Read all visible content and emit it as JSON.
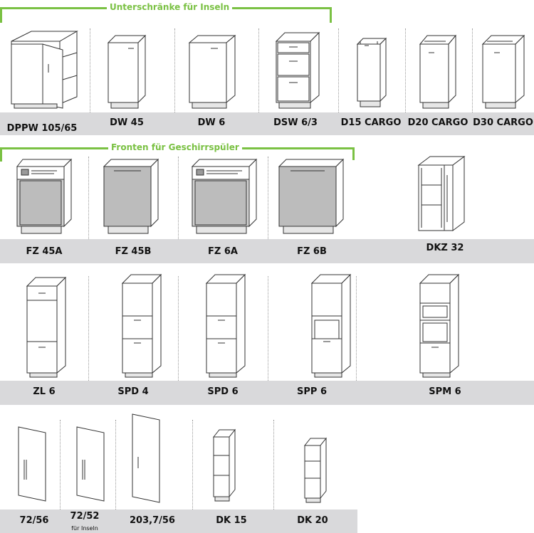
{
  "sections": {
    "inseln_title": "Unterschränke für Inseln",
    "geschirr_title": "Fronten für Geschirrspüler"
  },
  "row1": [
    "DPPW 105/65",
    "DW 45",
    "DW 6",
    "DSW 6/3",
    "D15 CARGO",
    "D20 CARGO",
    "D30 CARGO"
  ],
  "row2": [
    "FZ 45A",
    "FZ 45B",
    "FZ 6A",
    "FZ 6B",
    "DKZ 32"
  ],
  "row3": [
    "ZL 6",
    "SPD 4",
    "SPD 6",
    "SPP 6",
    "SPM 6"
  ],
  "row4": [
    "72/56",
    "72/52",
    "203,7/56",
    "DK 15",
    "DK 20"
  ],
  "row4_sub": "für Inseln"
}
